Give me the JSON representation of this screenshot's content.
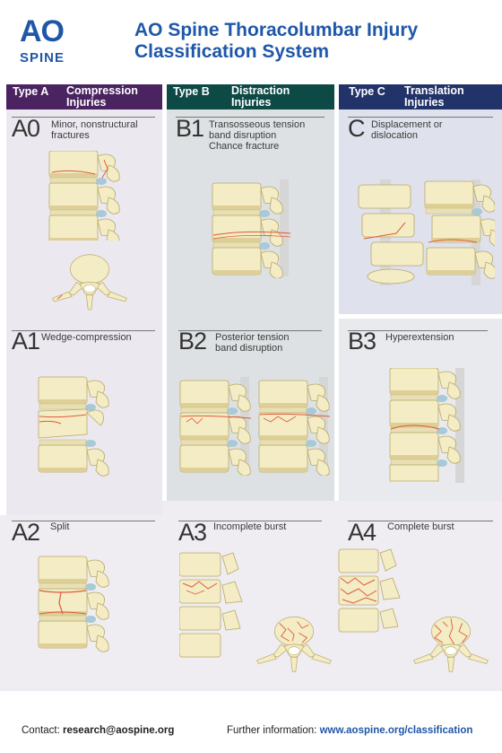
{
  "header": {
    "logo_top": "AO",
    "logo_bottom": "SPINE",
    "title_line1": "AO Spine Thoracolumbar Injury",
    "title_line2": "Classification System"
  },
  "columns": [
    {
      "type": "Type A",
      "name_line1": "Compression",
      "name_line2": "Injuries",
      "color": "#4b2360"
    },
    {
      "type": "Type B",
      "name_line1": "Distraction",
      "name_line2": "Injuries",
      "color": "#0d4a46"
    },
    {
      "type": "Type C",
      "name_line1": "Translation",
      "name_line2": "Injuries",
      "color": "#22336a"
    }
  ],
  "cells": {
    "A0": {
      "code": "A0",
      "line1": "Minor, nonstructural",
      "line2": "fractures"
    },
    "B1": {
      "code": "B1",
      "line1": "Transosseous tension",
      "line2": "band disruption",
      "line3": "Chance fracture"
    },
    "C": {
      "code": "C",
      "line1": "Displacement or",
      "line2": "dislocation"
    },
    "A1": {
      "code": "A1",
      "line1": "Wedge-compression"
    },
    "B2": {
      "code": "B2",
      "line1": "Posterior tension",
      "line2": "band disruption"
    },
    "B3": {
      "code": "B3",
      "line1": "Hyperextension"
    },
    "A2": {
      "code": "A2",
      "line1": "Split"
    },
    "A3": {
      "code": "A3",
      "line1": "Incomplete burst"
    },
    "A4": {
      "code": "A4",
      "line1": "Complete burst"
    }
  },
  "footer": {
    "contact_label": "Contact:",
    "contact_value": "research@aospine.org",
    "info_label": "Further information:",
    "info_value": "www.aospine.org/classification"
  },
  "colors": {
    "brand_blue": "#1f57a8",
    "bone": "#f3ecc4",
    "bone_shadow": "#ddcf95",
    "disc": "#a9c9d6",
    "fracture": "#e05a3a"
  }
}
